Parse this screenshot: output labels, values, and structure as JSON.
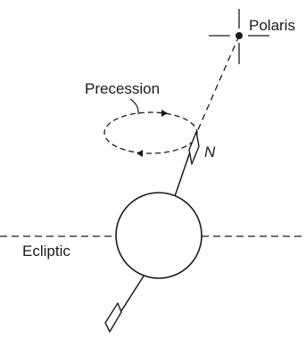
{
  "labels": {
    "star": "Polaris",
    "precession": "Precession",
    "north": "N",
    "ecliptic": "Ecliptic"
  },
  "colors": {
    "ink": "#1a1a1a",
    "background": "#ffffff"
  }
}
